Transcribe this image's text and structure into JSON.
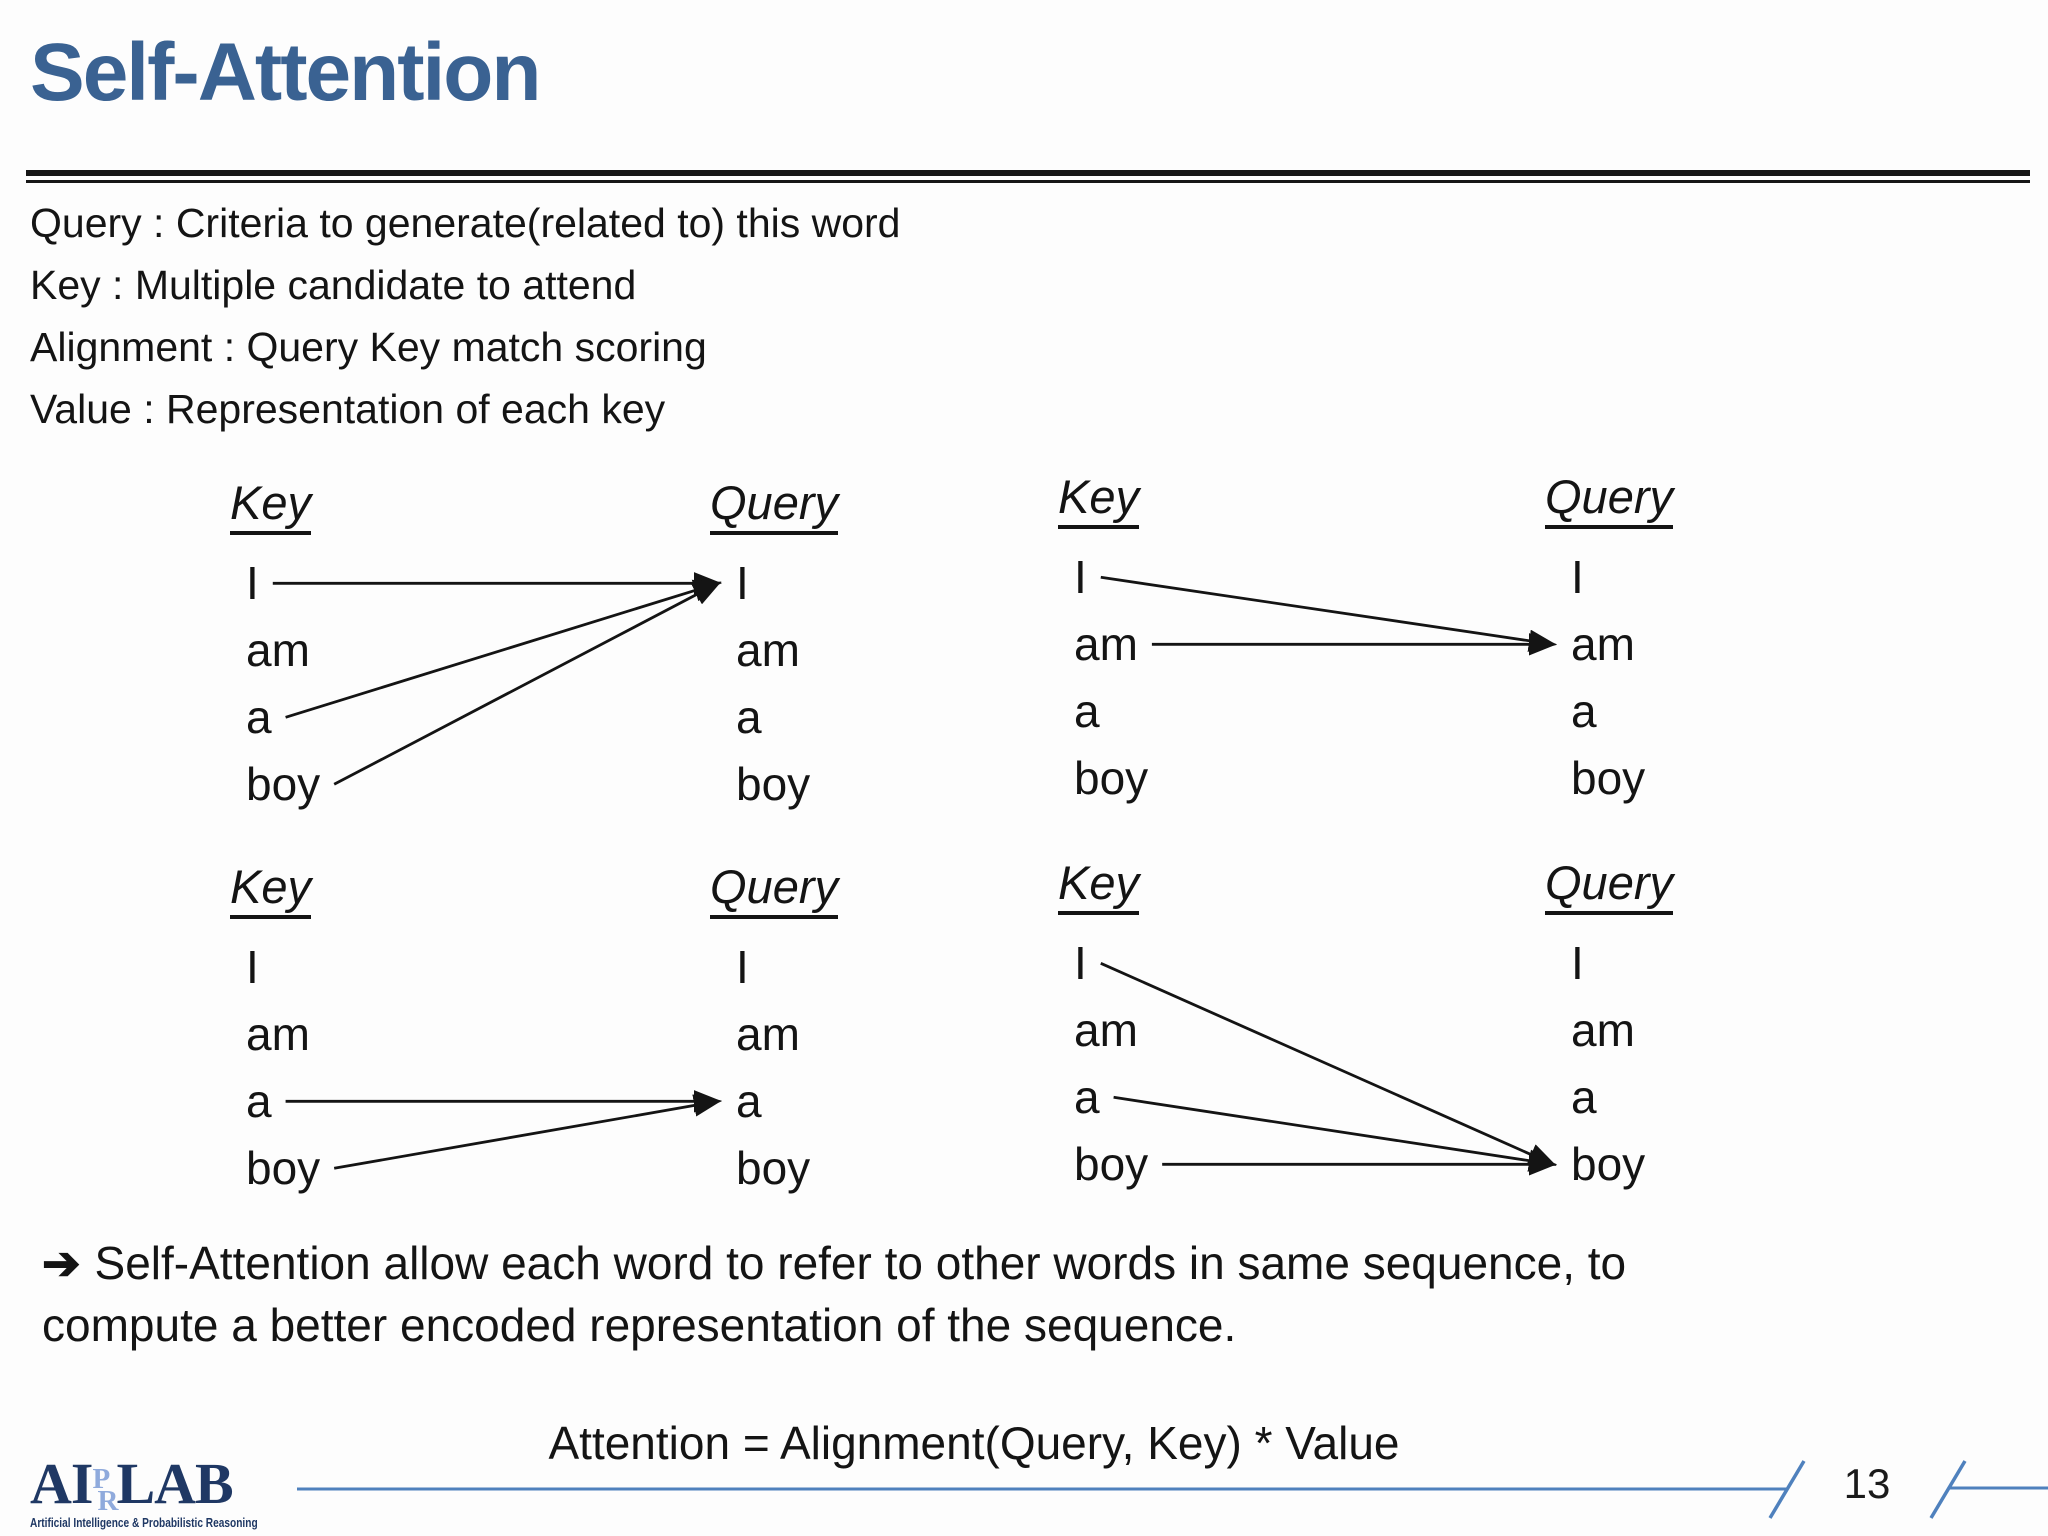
{
  "slide": {
    "title": "Self-Attention",
    "definitions": [
      "Query : Criteria to generate(related to) this word",
      "Key : Multiple candidate to attend",
      "Alignment : Query Key match scoring",
      "Value : Representation of each key"
    ],
    "conclusion": {
      "bullet_icon": "➔",
      "line1": "Self-Attention allow each word to refer to other words in same sequence, to",
      "line2": "compute a better encoded representation of the sequence."
    },
    "equation": "Attention = Alignment(Query, Key) * Value",
    "page_number": "13",
    "colors": {
      "title_blue": "#3A6292",
      "text": "#141414",
      "footer_line_blue": "#4F81BD",
      "logo_navy": "#1F3864",
      "logo_light_blue": "#8FAADC"
    }
  },
  "diagrams": [
    {
      "position": "top-left",
      "key_label": "Key",
      "query_label": "Query",
      "key_words": [
        "I",
        "am",
        "a",
        "boy"
      ],
      "query_words": [
        "I",
        "am",
        "a",
        "boy"
      ],
      "arrows": [
        {
          "from_key": 0,
          "to_query": 0
        },
        {
          "from_key": 2,
          "to_query": 0
        },
        {
          "from_key": 3,
          "to_query": 0
        }
      ]
    },
    {
      "position": "top-right",
      "key_label": "Key",
      "query_label": "Query",
      "key_words": [
        "I",
        "am",
        "a",
        "boy"
      ],
      "query_words": [
        "I",
        "am",
        "a",
        "boy"
      ],
      "arrows": [
        {
          "from_key": 0,
          "to_query": 1
        },
        {
          "from_key": 1,
          "to_query": 1
        }
      ]
    },
    {
      "position": "bottom-left",
      "key_label": "Key",
      "query_label": "Query",
      "key_words": [
        "I",
        "am",
        "a",
        "boy"
      ],
      "query_words": [
        "I",
        "am",
        "a",
        "boy"
      ],
      "arrows": [
        {
          "from_key": 2,
          "to_query": 2
        },
        {
          "from_key": 3,
          "to_query": 2
        }
      ]
    },
    {
      "position": "bottom-right",
      "key_label": "Key",
      "query_label": "Query",
      "key_words": [
        "I",
        "am",
        "a",
        "boy"
      ],
      "query_words": [
        "I",
        "am",
        "a",
        "boy"
      ],
      "arrows": [
        {
          "from_key": 0,
          "to_query": 3
        },
        {
          "from_key": 2,
          "to_query": 3
        },
        {
          "from_key": 3,
          "to_query": 3
        }
      ]
    }
  ],
  "logo": {
    "ai": "AI",
    "p": "P",
    "r": "R",
    "lab": "LAB",
    "tagline": "Artificial Intelligence & Probabilistic Reasoning"
  }
}
